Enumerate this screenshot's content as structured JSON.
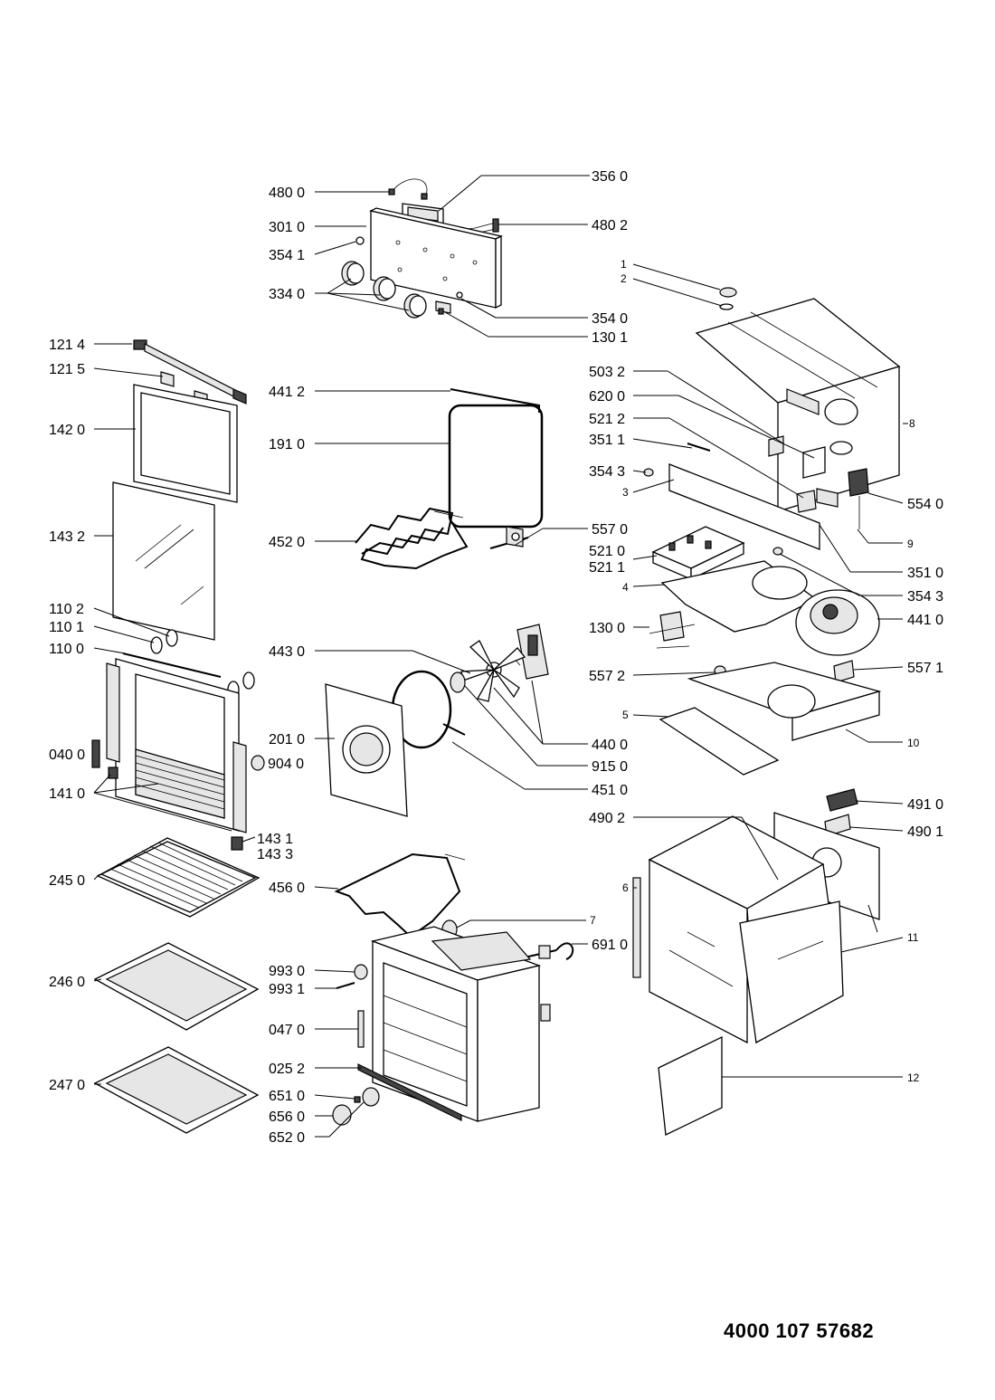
{
  "document_number": "4000 107 57682",
  "labels": {
    "l4800": "480 0",
    "l3560": "356 0",
    "l3010": "301 0",
    "l4802": "480 2",
    "l3541": "354 1",
    "l3340": "334 0",
    "l3540": "354 0",
    "l1301": "130 1",
    "l1": "1",
    "l2": "2",
    "l1214": "121 4",
    "l1215": "121 5",
    "l1420": "142 0",
    "l1432": "143 2",
    "l1102": "110 2",
    "l1101": "110 1",
    "l1100": "110 0",
    "l0400": "040 0",
    "l1410": "141 0",
    "l1431": "143 1",
    "l1433": "143 3",
    "l2450": "245 0",
    "l2460": "246 0",
    "l2470": "247 0",
    "l4412": "441 2",
    "l1910": "191 0",
    "l4520": "452 0",
    "l5570": "557 0",
    "l4430": "443 0",
    "l2010": "201 0",
    "l9040": "904 0",
    "l4400": "440 0",
    "l9150": "915 0",
    "l4510": "451 0",
    "l4560": "456 0",
    "l7": "7",
    "l6910": "691 0",
    "l9930": "993 0",
    "l9931": "993 1",
    "l0470": "047 0",
    "l0252": "025 2",
    "l6510": "651 0",
    "l6560": "656 0",
    "l6520": "652 0",
    "l5032": "503 2",
    "l6200": "620 0",
    "l5212": "521 2",
    "l3511": "351 1",
    "l3543a": "354 3",
    "l3": "3",
    "l5540": "554 0",
    "l9": "9",
    "l8": "8",
    "l5210": "521 0",
    "l5211": "521 1",
    "l3510": "351 0",
    "l3543b": "354 3",
    "l4": "4",
    "l1300": "130 0",
    "l4410": "441 0",
    "l5572": "557 2",
    "l5571": "557 1",
    "l5": "5",
    "l10": "10",
    "l4910": "491 0",
    "l4902": "490 2",
    "l4901": "490 1",
    "l6": "6",
    "l11": "11",
    "l12": "12"
  }
}
